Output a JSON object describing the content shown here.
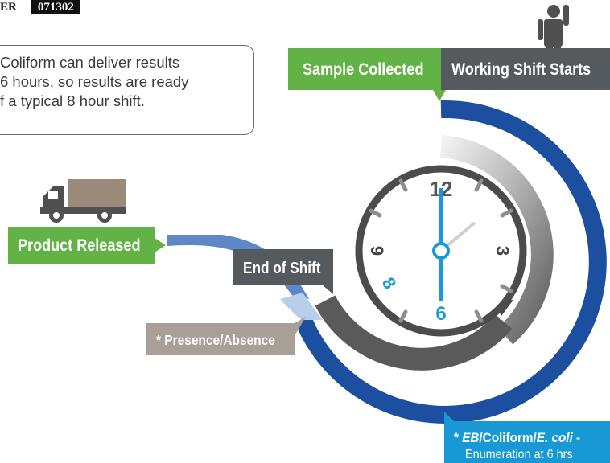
{
  "header_code": {
    "left": "ER",
    "right": "071302"
  },
  "info_text": "Coliform can deliver results\n6 hours, so results are ready\nf a typical 8 hour shift.",
  "labels": {
    "sample_collected": "Sample Collected",
    "working_shift_starts": "Working Shift Starts",
    "product_released": "Product Released",
    "end_of_shift": "End of Shift",
    "presence_absence": "* Presence/Absence",
    "enum_line1_asterisk": "* ",
    "enum_line1_eb": "EB",
    "enum_line1_sep1": "/Coliform/",
    "enum_line1_ecoli": "E. coli",
    "enum_line1_dash": " -",
    "enum_line2": "Enumeration at 6 hrs"
  },
  "clock": {
    "n12": "12",
    "n3": "3",
    "n6": "6",
    "n9": "9",
    "n8": "8"
  },
  "colors": {
    "green": "#63b246",
    "dark_gray": "#555a5f",
    "taupe": "#a8a097",
    "blue": "#1c4fa0",
    "light_blue": "#5d87c6",
    "cyan": "#1899d6",
    "truck": "#9b8a7a"
  },
  "icons": [
    "person-raising-hand-icon",
    "delivery-truck-icon",
    "clock-icon"
  ]
}
